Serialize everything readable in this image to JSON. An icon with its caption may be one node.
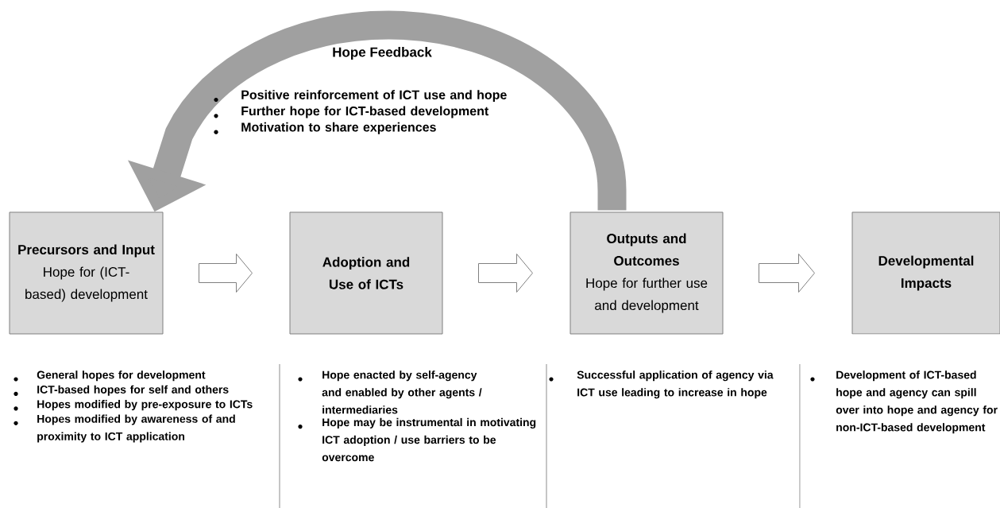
{
  "diagram": {
    "nodes": [
      {
        "text": [
          "Precursors and Input",
          "Hope for (ICT-based) development"
        ]
      },
      {
        "text": [
          "Adoption and Use of ICTs"
        ]
      },
      {
        "text": [
          "Outputs and Outcomes",
          "Hope for further use and development"
        ]
      },
      {
        "text": [
          "Developmental Impacts"
        ]
      }
    ],
    "edges": [
      {
        "from": 0,
        "to": 1,
        "arrow": "to"
      },
      {
        "from": 1,
        "to": 2,
        "arrow": "to"
      },
      {
        "from": 2,
        "to": 3,
        "arrow": "to"
      },
      {
        "from": 2,
        "to": 0,
        "arrow": "to",
        "label": "Hope Feedback"
      }
    ],
    "labels": [
      "Positive reinforcement of ICT use and hope",
      "Further hope for ICT-based development",
      "Motivation to share experiences",
      "General hopes for development",
      "ICT-based hopes for self and others",
      "Hopes modified by pre-exposure to ICTs",
      "Hopes modified by awareness of and proximity to ICT application",
      "Hope enacted by self-agency and enabled by other agents / intermediaries",
      "Hope may be instrumental in motivating ICT adoption / use barriers to be overcome",
      "Successful application of agency via ICT use leading to increase in hope",
      "Development of ICT-based hope and agency can spill over into hope and agency for non-ICT-based development"
    ]
  }
}
